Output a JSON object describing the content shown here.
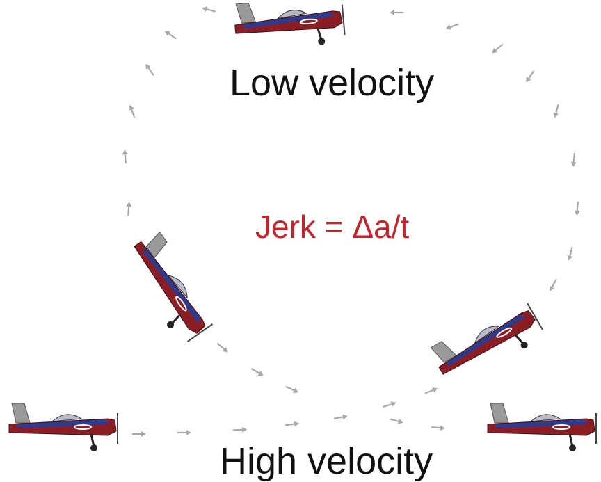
{
  "labels": {
    "low_velocity": "Low velocity",
    "high_velocity": "High velocity",
    "jerk_formula": "Jerk =  Δa/t"
  },
  "colors": {
    "formula": "#c0272d",
    "label": "#111111",
    "path_arrow": "#a8a8a8",
    "plane_fuselage": "#8b1e24",
    "plane_trim": "#2e3a8c",
    "plane_tail": "#9a9a9a"
  },
  "icons": {
    "plane": "airplane-icon",
    "arrow": "arrow-icon"
  }
}
